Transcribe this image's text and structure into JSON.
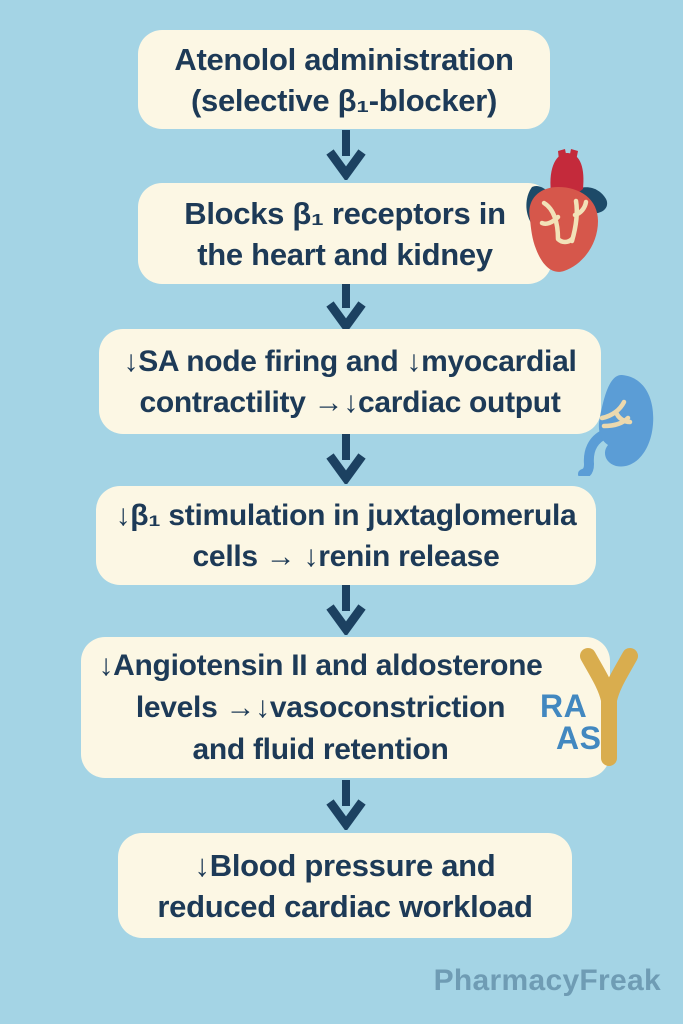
{
  "colors": {
    "bg": "#a4d4e5",
    "box_bg": "#fcf7e4",
    "text": "#1d3a57",
    "arrow": "#1c4161",
    "heart_red": "#d6574b",
    "heart_aorta": "#c42a3b",
    "heart_vessel_navy": "#1d4a68",
    "heart_artery_cream": "#f2e2b8",
    "kidney_blue": "#5b9dd6",
    "kidney_vessel_cream": "#ecd9ae",
    "raas_gold": "#d9ad4e",
    "raas_blue": "#4288c0",
    "watermark_color": "#6f9cb4"
  },
  "flowchart": {
    "boxes": [
      {
        "name": "atenolol-administration",
        "lines": [
          "Atenolol administration",
          "(selective β₁-blocker)"
        ]
      },
      {
        "name": "beta1-receptor-blockade",
        "lines": [
          "Blocks β₁ receptors in",
          "the heart and kidney"
        ],
        "icon": "heart-icon"
      },
      {
        "name": "cardiac-effects",
        "lines": [
          "↓SA node firing and ↓myocardial",
          "contractility →↓cardiac output"
        ],
        "icon": "kidney-icon"
      },
      {
        "name": "juxtaglomerular-effect",
        "lines": [
          "↓β₁ stimulation in juxtaglomerula",
          "cells → ↓renin release"
        ]
      },
      {
        "name": "raas-suppression",
        "lines": [
          "↓Angiotensin II and aldosterone",
          "levels →↓vasoconstriction",
          "and fluid retention"
        ],
        "icon": "raas-icon"
      },
      {
        "name": "clinical-outcome",
        "lines": [
          "↓Blood pressure and",
          "reduced cardiac workload"
        ]
      }
    ],
    "raas_icon_labels": {
      "top": "RA",
      "bottom": "AS"
    }
  },
  "watermark": "PharmacyFreak"
}
